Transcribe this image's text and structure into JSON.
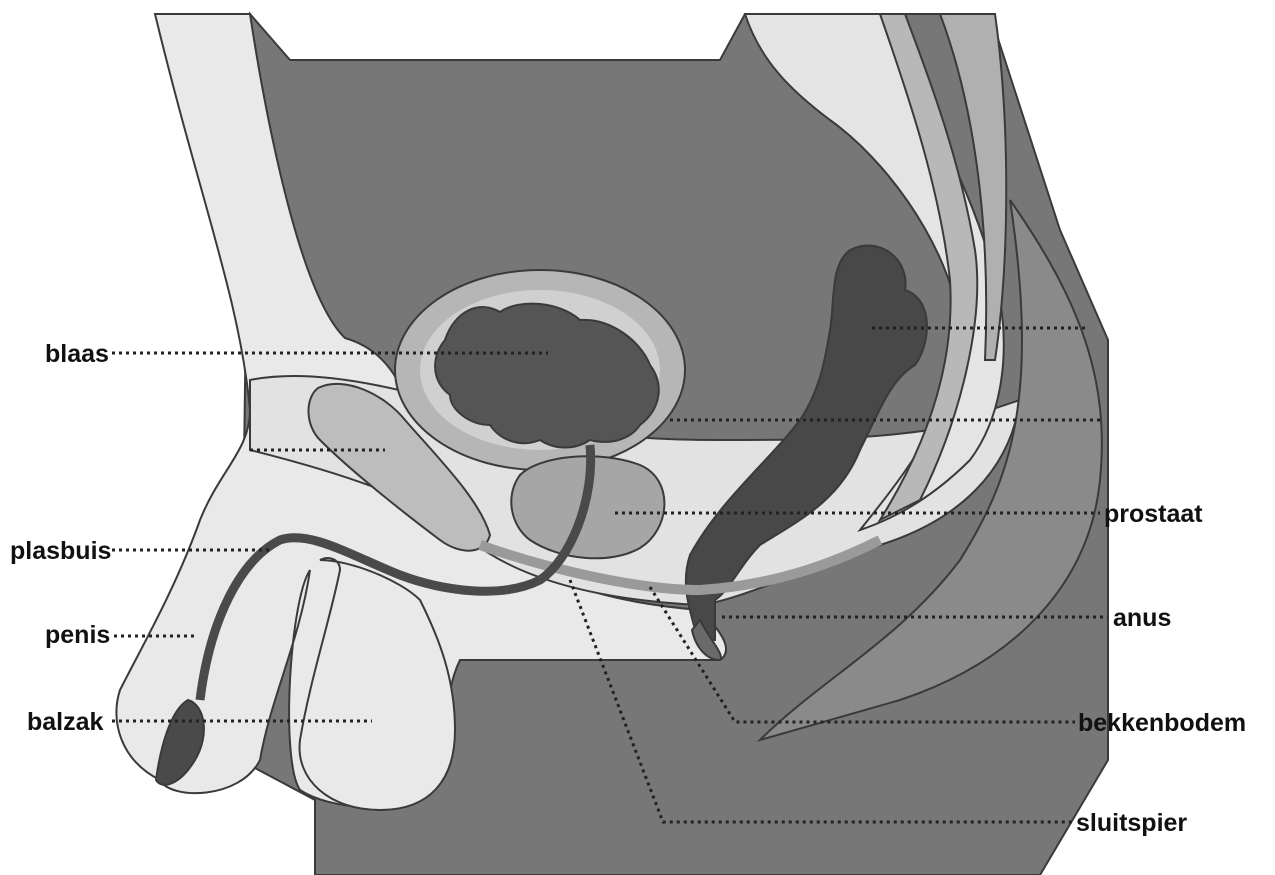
{
  "labels": {
    "blaas": "blaas",
    "plasbuis": "plasbuis",
    "penis": "penis",
    "balzak": "balzak",
    "prostaat": "prostaat",
    "anus": "anus",
    "bekkenbodem": "bekkenbodem",
    "sluitspier": "sluitspier"
  },
  "colors": {
    "background": "#ffffff",
    "skin": "#e9e9e9",
    "body_dark": "#777777",
    "mid_gray": "#a6a6a6",
    "bladder": "#555555",
    "rectum": "#484848",
    "urethra": "#4a4a4a",
    "text": "#111111"
  }
}
